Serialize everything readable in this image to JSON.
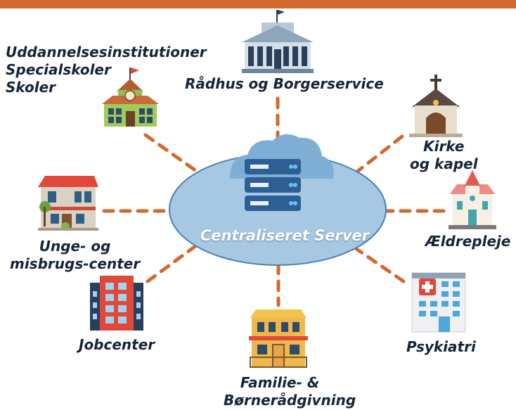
{
  "center": {
    "label": "Centraliseret Server"
  },
  "nodes": {
    "raadhus": {
      "lines": [
        "Rådhus og Borgerservice"
      ]
    },
    "skoler": {
      "lines": [
        "Uddannelsesinstitutioner",
        "Specialskoler",
        "Skoler"
      ]
    },
    "kirke": {
      "lines": [
        "Kirke",
        "og kapel"
      ]
    },
    "unge": {
      "lines": [
        "Unge- og",
        "misbrugs-center"
      ]
    },
    "aeldre": {
      "lines": [
        "Ældrepleje"
      ]
    },
    "jobcenter": {
      "lines": [
        "Jobcenter"
      ]
    },
    "psykiatri": {
      "lines": [
        "Psykiatri"
      ]
    },
    "familie": {
      "lines": [
        "Familie- &",
        "Børnerådgivning"
      ]
    }
  },
  "colors": {
    "accent": "#d2692f",
    "connector": "#d2692f",
    "server_ellipse": "#a6c8e3",
    "server_outline": "#4a7fb4",
    "label_text": "#16243a"
  },
  "icons": {
    "raadhus": "city-hall-icon",
    "skoler": "school-icon",
    "kirke": "church-icon",
    "unge": "house-icon",
    "aeldre": "nursing-home-icon",
    "jobcenter": "office-tower-icon",
    "psykiatri": "hospital-icon",
    "familie": "shop-building-icon",
    "center": "cloud-server-icon"
  }
}
